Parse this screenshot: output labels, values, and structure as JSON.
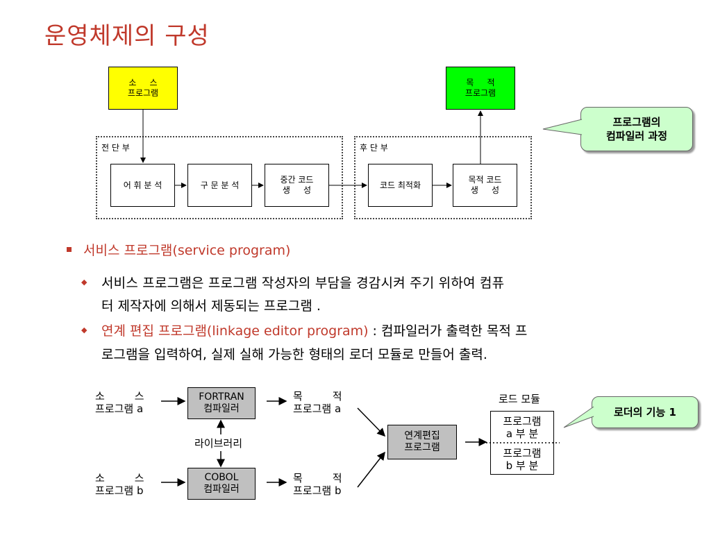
{
  "title": "운영체제의 구성",
  "diagram1": {
    "source_box": "소     스\n프로그램",
    "target_box": "목     적\n프로그램",
    "frontend_label": "전 단 부",
    "backend_label": "후 단 부",
    "lexical": "어 휘 분 석",
    "syntax": "구 문 분 석",
    "intermediate": "중간 코드\n생     성",
    "optimize": "코드 최적화",
    "objgen": "목적 코드\n생     성",
    "callout": "프로그램의\n컴파일러 과정"
  },
  "section": {
    "heading": "서비스 프로그램(service program)",
    "bullet1": "서비스 프로그램은 프로그램 작성자의 부담을 경감시켜 주기 위하여 컴퓨",
    "bullet1_cont": "터 제작자에 의해서 제동되는 프로그램 .",
    "bullet2_red": "연계 편집 프로그램(linkage editor program)",
    "bullet2_rest": " : 컴파일러가 출력한 목적 프",
    "bullet2_cont": "로그램을 입력하여, 실제 실해 가능한 형태의 로더 모듈로 만들어 출력."
  },
  "diagram2": {
    "src_a": "소         스\n프로그램 a",
    "src_b": "소         스\n프로그램 b",
    "fortran": "FORTRAN\n컴파일러",
    "cobol": "COBOL\n컴파일러",
    "library": "라이브러리",
    "obj_a": "목         적\n프로그램 a",
    "obj_b": "목         적\n프로그램 b",
    "linker": "연계편집\n프로그램",
    "load_module_label": "로드 모듈",
    "part_a": "프로그램\na 부 분",
    "part_b": "프로그램\nb 부 분",
    "callout": "로더의 기능 1"
  }
}
